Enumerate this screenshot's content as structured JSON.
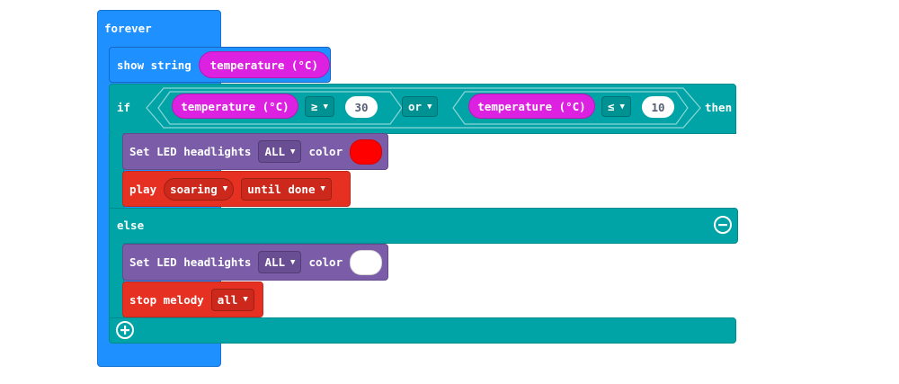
{
  "forever": {
    "label": "forever"
  },
  "show_string": {
    "label": "show string",
    "arg": "temperature (°C)"
  },
  "if_block": {
    "if_label": "if",
    "then_label": "then",
    "left": {
      "reporter": "temperature (°C)",
      "op": "≥",
      "value": "30"
    },
    "logic_op": "or",
    "right": {
      "reporter": "temperature (°C)",
      "op": "≤",
      "value": "10"
    }
  },
  "led_on": {
    "label": "Set LED headlights",
    "target": "ALL",
    "color_label": "color",
    "color": "#ff0000"
  },
  "play": {
    "label": "play",
    "melody": "soaring",
    "mode": "until done"
  },
  "else_block": {
    "label": "else"
  },
  "led_off": {
    "label": "Set LED headlights",
    "target": "ALL",
    "color_label": "color",
    "color": "#ffffff"
  },
  "stop": {
    "label": "stop melody",
    "target": "all"
  },
  "icons": {
    "minus": "minus-circle-icon",
    "plus": "plus-circle-icon",
    "dropdown": "triangle-down"
  },
  "colors": {
    "loops": "#1e90ff",
    "logic": "#00a4a6",
    "led": "#7b5ca8",
    "music": "#e63022",
    "reporter": "#dc22e0"
  }
}
